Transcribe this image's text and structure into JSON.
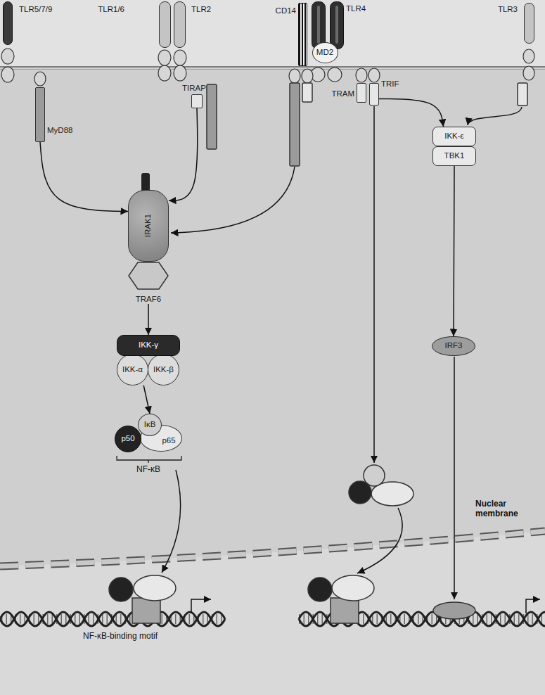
{
  "diagram": {
    "nodes": [
      {
        "text": [
          "TLR5/7/9"
        ]
      },
      {
        "text": [
          "TLR1/6"
        ]
      },
      {
        "text": [
          "TLR2"
        ]
      },
      {
        "text": [
          "CD14"
        ]
      },
      {
        "text": [
          "TLR4"
        ]
      },
      {
        "text": [
          "MD2"
        ],
        "in": 4
      },
      {
        "text": [
          "TLR3"
        ]
      },
      {
        "text": [
          "TIRAP"
        ]
      },
      {
        "text": [
          "TRIF"
        ]
      },
      {
        "text": [
          "TRAM"
        ]
      },
      {
        "text": [
          "MyD88"
        ]
      },
      {
        "text": [
          "IKK-ε"
        ]
      },
      {
        "text": [
          "TBK1"
        ]
      },
      {
        "text": [
          "IRAK1"
        ]
      },
      {
        "text": [
          "TRAF6"
        ]
      },
      {
        "text": [
          "IKK-γ"
        ]
      },
      {
        "text": [
          "IKK-α"
        ]
      },
      {
        "text": [
          "IKK-β"
        ]
      },
      {
        "text": [
          "IRF3"
        ]
      },
      {
        "text": [
          "IκB"
        ]
      },
      {
        "text": [
          "p50"
        ]
      },
      {
        "text": [
          "p65"
        ]
      }
    ],
    "edges": [
      {
        "from": 10,
        "to": 13,
        "arrow": "to"
      },
      {
        "from": 7,
        "to": 13,
        "arrow": "to"
      },
      {
        "from": 8,
        "to": 11,
        "arrow": "to"
      },
      {
        "from": 14,
        "to": 15,
        "arrow": "to"
      },
      {
        "from": 16,
        "to": 19,
        "arrow": "to"
      },
      {
        "from": 12,
        "to": 18,
        "arrow": "to"
      }
    ],
    "labels": [
      "NF-κB",
      "Nuclear membrane",
      "NF-κB-binding motif"
    ]
  }
}
